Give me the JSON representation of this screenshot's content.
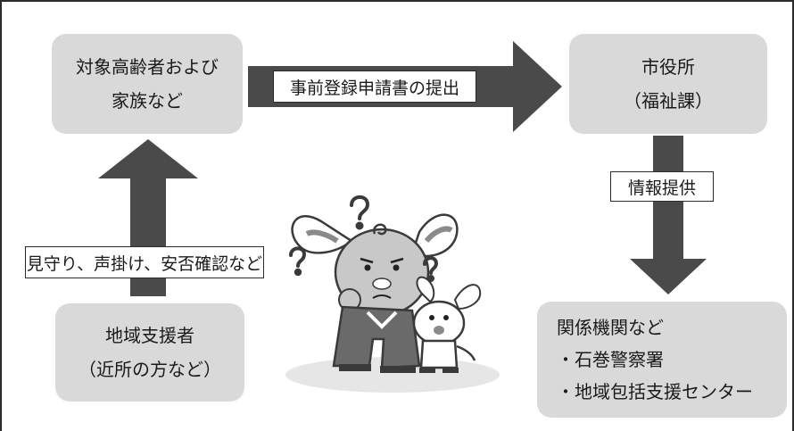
{
  "nodes": {
    "elderly": {
      "line1": "対象高齢者および",
      "line2": "家族など"
    },
    "city_hall": {
      "line1": "市役所",
      "line2": "（福祉課）"
    },
    "supporters": {
      "line1": "地域支援者",
      "line2": "（近所の方など）"
    },
    "agencies": {
      "line1": "関係機関など",
      "line2": "・石巻警察署",
      "line3": "・地域包括支援センター"
    }
  },
  "flows": {
    "registration": "事前登録申請書の提出",
    "info_sharing": "情報提供",
    "watching": "見守り、声掛け、安否確認など"
  },
  "colors": {
    "node_fill": "#d9d9d9",
    "arrow_fill": "#4a4a4a",
    "line": "#2a2a2a"
  },
  "illustration": {
    "icons": [
      "elderly-mascot-icon",
      "child-mascot-icon",
      "question-mark-icon"
    ]
  }
}
